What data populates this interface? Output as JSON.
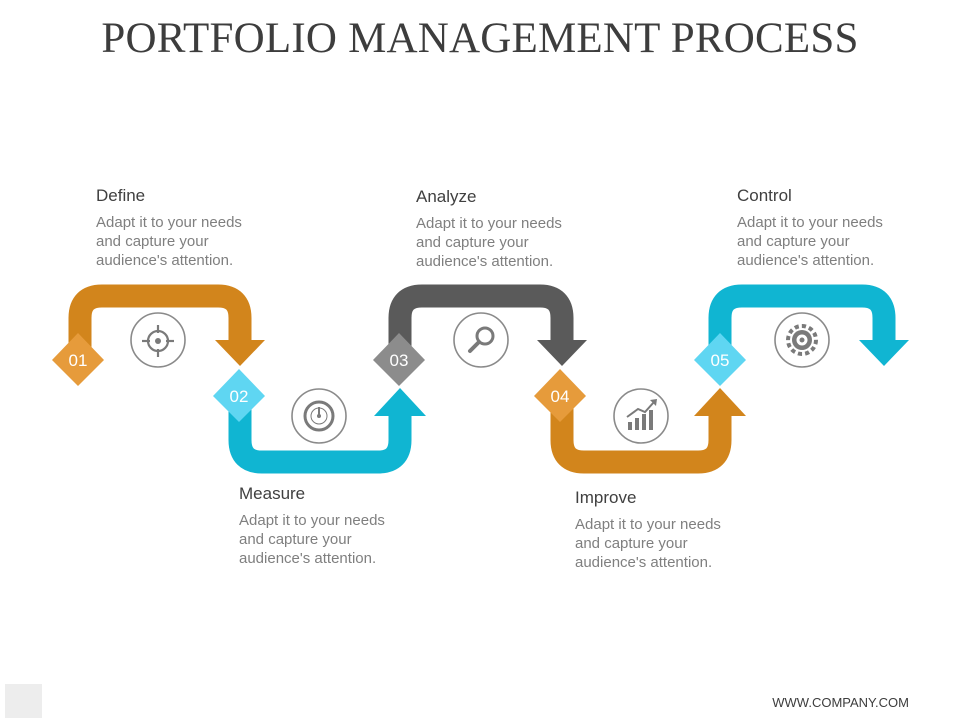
{
  "title": "PORTFOLIO MANAGEMENT PROCESS",
  "colors": {
    "orange": "#d2851c",
    "cyan": "#10b5d2",
    "dark_gray": "#5a5a5a",
    "badge_orange": "#e69b3b",
    "badge_cyan": "#5fd6f2",
    "badge_gray": "#8c8c8c"
  },
  "steps": [
    {
      "number": "01",
      "heading": "Define",
      "description": "Adapt it to your needs and capture your audience's attention.",
      "icon": "target-icon"
    },
    {
      "number": "02",
      "heading": "Measure",
      "description": "Adapt it to your needs and capture your audience's attention.",
      "icon": "gauge-icon"
    },
    {
      "number": "03",
      "heading": "Analyze",
      "description": "Adapt it to your needs and capture your audience's attention.",
      "icon": "magnifier-icon"
    },
    {
      "number": "04",
      "heading": "Improve",
      "description": "Adapt it to your needs and capture your audience's attention.",
      "icon": "growth-chart-icon"
    },
    {
      "number": "05",
      "heading": "Control",
      "description": "Adapt it to your needs and capture your audience's attention.",
      "icon": "gear-icon"
    }
  ],
  "footer": "WWW.COMPANY.COM"
}
